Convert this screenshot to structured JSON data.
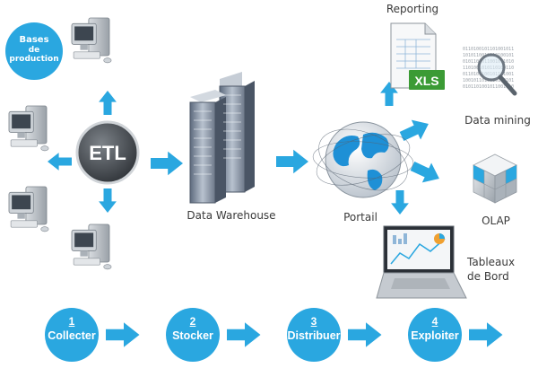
{
  "badge": {
    "line1": "Bases",
    "line2": "de production"
  },
  "etl": {
    "label": "ETL"
  },
  "warehouse": {
    "label": "Data Warehouse"
  },
  "portal": {
    "label": "Portail"
  },
  "outputs": {
    "reporting": "Reporting",
    "xls": "XLS",
    "data_mining": "Data mining",
    "olap": "OLAP",
    "dashboard_line1": "Tableaux",
    "dashboard_line2": "de Bord"
  },
  "steps": [
    {
      "number": "1",
      "name": "Collecter"
    },
    {
      "number": "2",
      "name": "Stocker"
    },
    {
      "number": "3",
      "name": "Distribuer"
    },
    {
      "number": "4",
      "name": "Exploiter"
    }
  ],
  "colors": {
    "accent": "#2aa7e0",
    "arrow": "#2aa7e0",
    "xls_green": "#3b9b35",
    "server": "#8a94a4"
  }
}
